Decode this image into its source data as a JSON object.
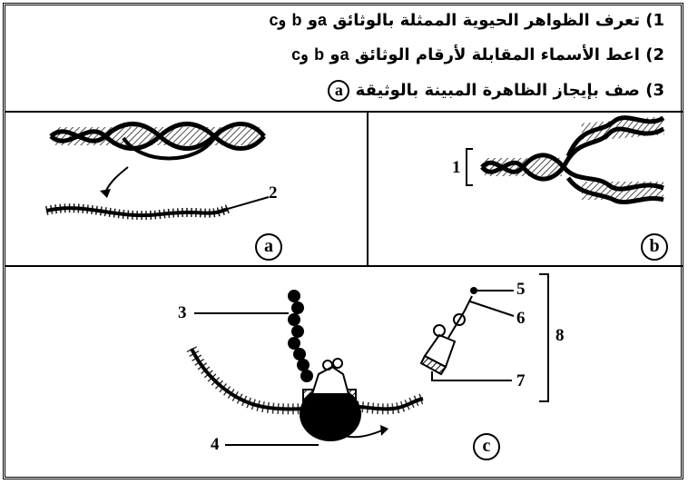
{
  "questions": [
    {
      "number": "1)",
      "text": "تعرف الظواهر الحيوية الممثلة بالوثائق",
      "ref": "a",
      "mid": "و",
      "ref2": "b",
      "tail": "وc"
    },
    {
      "number": "2)",
      "text": "اعط الأسماء المقابلة لأرقام الوثائق",
      "ref": "a",
      "mid": "و",
      "ref2": "b",
      "tail": "وc"
    },
    {
      "number": "3)",
      "text": "صف بإيجاز الظاهرة المبينة بالوثيقة",
      "ref": "a"
    }
  ],
  "figures": {
    "a": {
      "label": "a",
      "annotations": [
        "2"
      ]
    },
    "b": {
      "label": "b",
      "annotations": [
        "1"
      ]
    },
    "c": {
      "label": "c",
      "annotations": [
        "3",
        "4",
        "5",
        "6",
        "7",
        "8"
      ]
    }
  }
}
